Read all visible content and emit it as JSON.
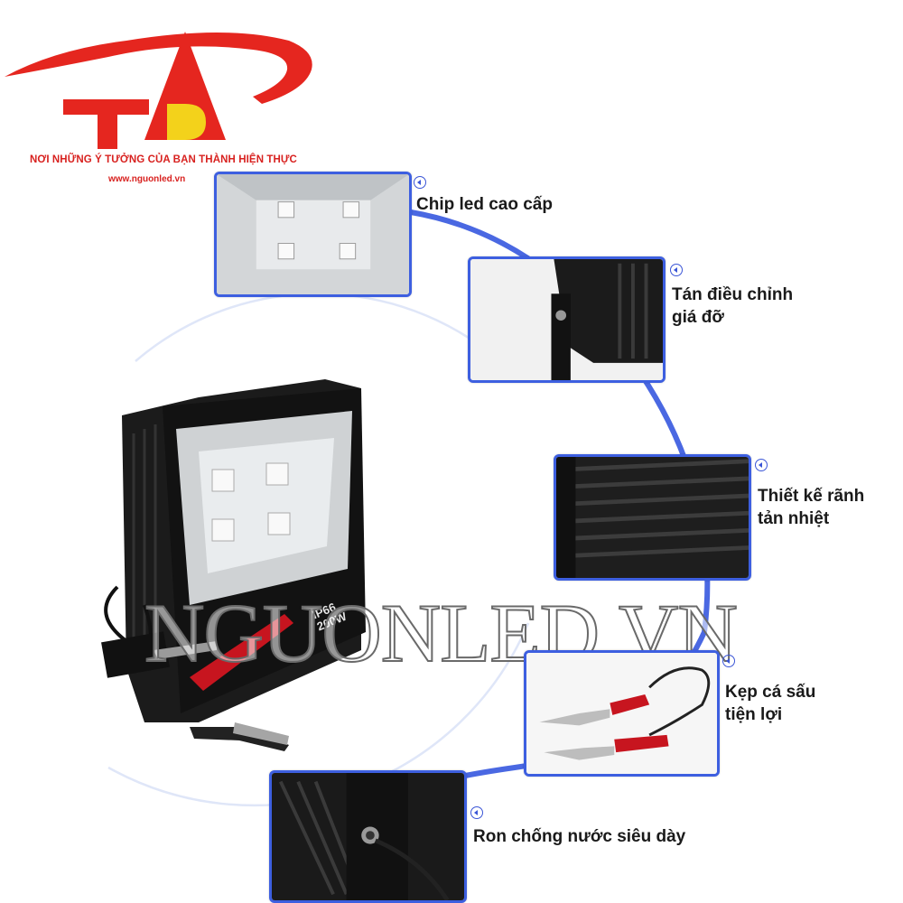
{
  "logo": {
    "tagline": "NƠI NHỮNG Ý TƯỞNG CỦA BẠN THÀNH HIỆN THỰC",
    "url": "www.nguonled.vn",
    "colors": {
      "red": "#e5261f",
      "yellow": "#f3d21b"
    }
  },
  "product": {
    "label_ip": "IP66",
    "label_power": "200W"
  },
  "watermark": "NGUONLED.VN",
  "features": [
    {
      "lines": [
        "Chip led cao cấp"
      ],
      "icon": "arrow-left-icon"
    },
    {
      "lines": [
        "Tán điều chỉnh",
        "giá đỡ"
      ],
      "icon": "arrow-left-icon"
    },
    {
      "lines": [
        "Thiết kế rãnh",
        "tản nhiệt"
      ],
      "icon": "arrow-left-icon"
    },
    {
      "lines": [
        "Kẹp cá sấu",
        "tiện lợi"
      ],
      "icon": "arrow-left-icon"
    },
    {
      "lines": [
        "Ron chống nước siêu dày"
      ],
      "icon": "arrow-left-icon"
    }
  ],
  "colors": {
    "accent": "#3d5fe0",
    "text": "#1a1a1a"
  }
}
